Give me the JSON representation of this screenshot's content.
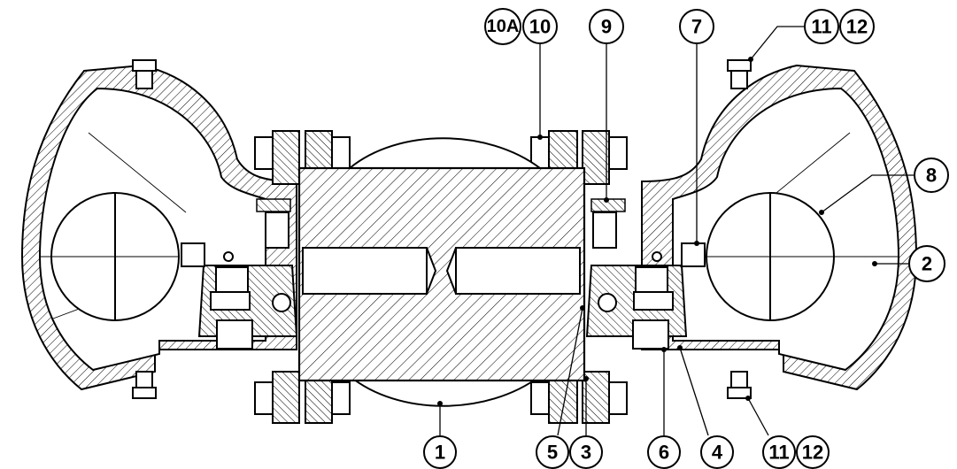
{
  "drawing": {
    "type": "sectional assembly drawing",
    "line_color": "#000000",
    "background_color": "#ffffff"
  },
  "balloons": [
    {
      "id": "b1",
      "label": "1"
    },
    {
      "id": "b2",
      "label": "2"
    },
    {
      "id": "b3",
      "label": "3"
    },
    {
      "id": "b4",
      "label": "4"
    },
    {
      "id": "b5",
      "label": "5"
    },
    {
      "id": "b6",
      "label": "6"
    },
    {
      "id": "b7",
      "label": "7"
    },
    {
      "id": "b8",
      "label": "8"
    },
    {
      "id": "b9",
      "label": "9"
    },
    {
      "id": "b10",
      "label": "10"
    },
    {
      "id": "b10a",
      "label": "10A"
    },
    {
      "id": "b11t",
      "label": "11"
    },
    {
      "id": "b12t",
      "label": "12"
    },
    {
      "id": "b11b",
      "label": "11"
    },
    {
      "id": "b12b",
      "label": "12"
    }
  ]
}
